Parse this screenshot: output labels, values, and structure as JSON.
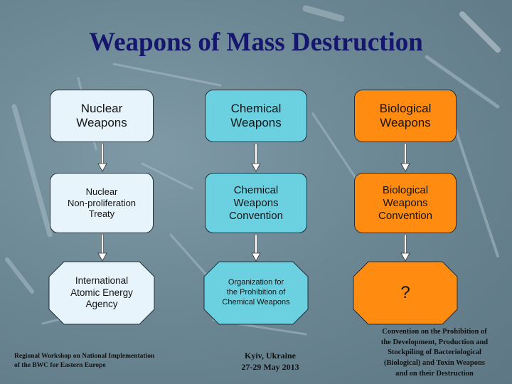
{
  "title": "Weapons of Mass Destruction",
  "row1": {
    "nuclear": "Nuclear\nWeapons",
    "chemical": "Chemical\nWeapons",
    "biological": "Biological\nWeapons"
  },
  "row2": {
    "nuclear": "Nuclear\nNon-proliferation\nTreaty",
    "chemical": "Chemical\nWeapons\nConvention",
    "biological": "Biological\nWeapons\nConvention"
  },
  "row3": {
    "nuclear": "International\nAtomic Energy\nAgency",
    "chemical": "Organization for\nthe Prohibition of\nChemical Weapons",
    "biological": "?"
  },
  "footer": {
    "left": "Regional Workshop on National Implementation\nof the BWC for Eastern Europe",
    "center": "Kyiv, Ukraine\n27-29 May 2013",
    "right": "Convention on the Prohibition of\nthe Development, Production and\nStockpiling of Bacteriological\n(Biological) and Toxin Weapons\nand on their Destruction"
  },
  "colors": {
    "nuclear": "#e7f4fb",
    "chemical": "#6bd0e0",
    "biological": "#ff8c10",
    "title": "#16166e"
  }
}
